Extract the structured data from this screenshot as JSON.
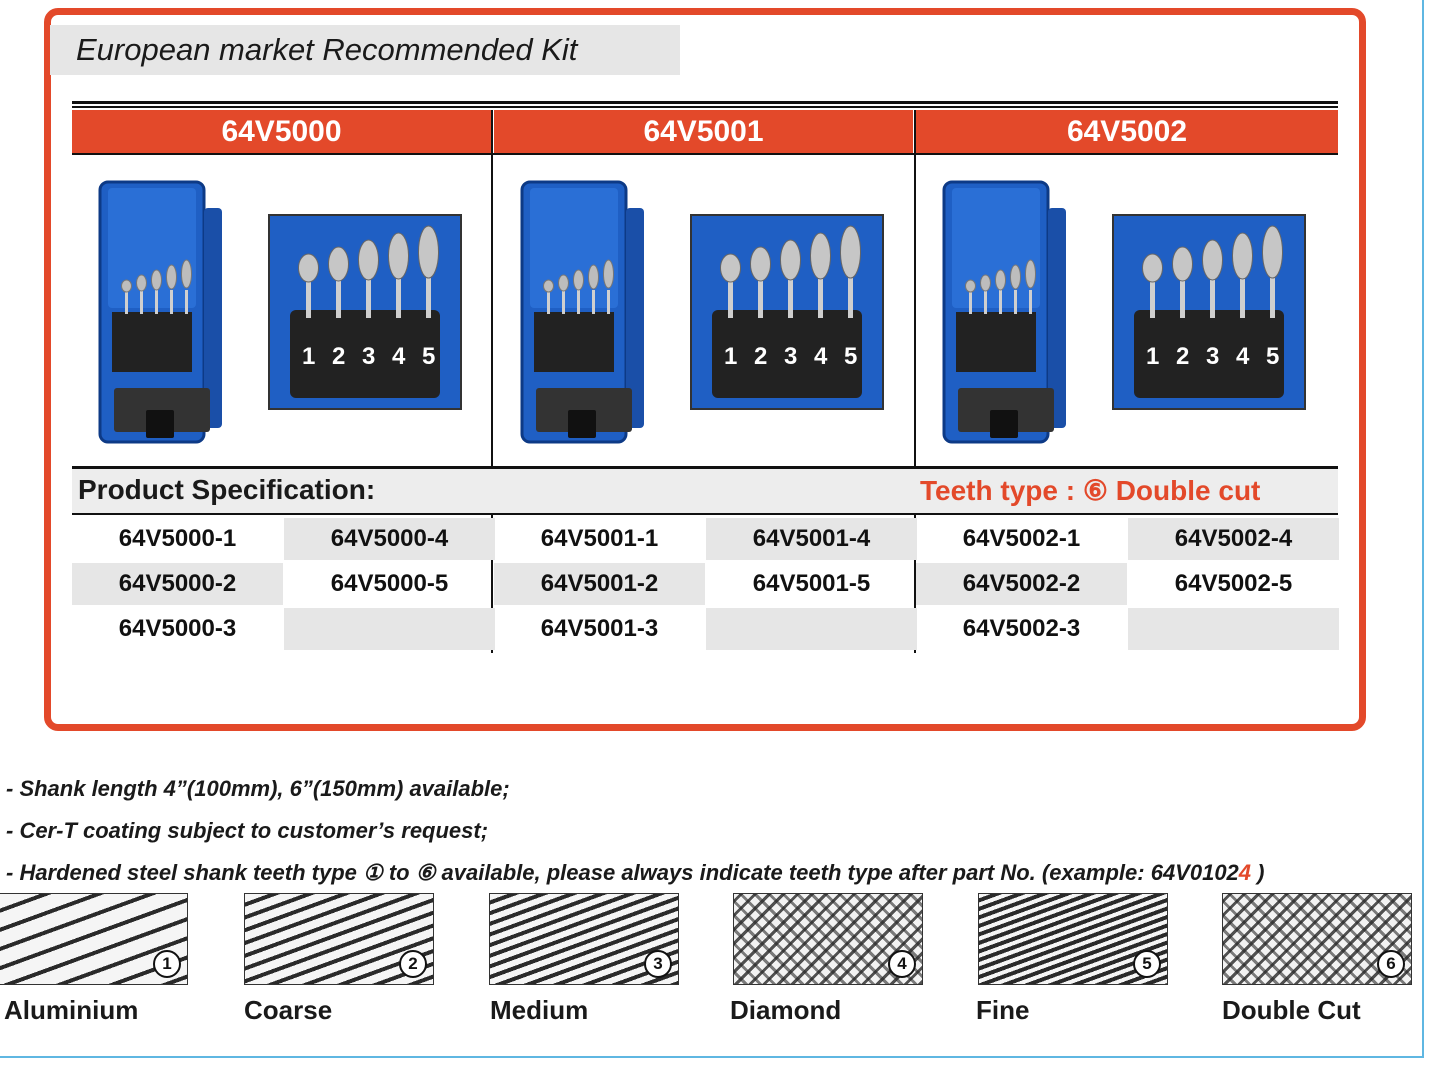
{
  "kit": {
    "title": "European market Recommended Kit",
    "models": [
      {
        "code": "64V5000",
        "numbers": [
          "1",
          "2",
          "3",
          "4",
          "5"
        ],
        "parts": [
          [
            "64V5000-1",
            "64V5000-4"
          ],
          [
            "64V5000-2",
            "64V5000-5"
          ],
          [
            "64V5000-3",
            ""
          ]
        ]
      },
      {
        "code": "64V5001",
        "numbers": [
          "1",
          "2",
          "3",
          "4",
          "5"
        ],
        "parts": [
          [
            "64V5001-1",
            "64V5001-4"
          ],
          [
            "64V5001-2",
            "64V5001-5"
          ],
          [
            "64V5001-3",
            ""
          ]
        ]
      },
      {
        "code": "64V5002",
        "numbers": [
          "1",
          "2",
          "3",
          "4",
          "5"
        ],
        "parts": [
          [
            "64V5002-1",
            "64V5002-4"
          ],
          [
            "64V5002-2",
            "64V5002-5"
          ],
          [
            "64V5002-3",
            ""
          ]
        ]
      }
    ],
    "spec_label": "Product Specification:",
    "teeth_label": "Teeth type : ⑥ Double cut",
    "colors": {
      "accent": "#e3492a",
      "case_blue": "#1f5fc4",
      "tray": "#222222"
    }
  },
  "notes": {
    "line1": "- Shank length 4”(100mm), 6”(150mm) available;",
    "line2": "- Cer-T coating subject to customer’s request;",
    "line3_prefix": "- Hardened steel shank teeth type ① to ⑥ available, please always indicate teeth type after part No. (example: 64V0102",
    "line3_highlight": "4",
    "line3_suffix": " )"
  },
  "teeth": [
    {
      "num": "1",
      "name": "Aluminium"
    },
    {
      "num": "2",
      "name": "Coarse"
    },
    {
      "num": "3",
      "name": "Medium"
    },
    {
      "num": "4",
      "name": "Diamond"
    },
    {
      "num": "5",
      "name": "Fine"
    },
    {
      "num": "6",
      "name": "Double Cut"
    }
  ]
}
